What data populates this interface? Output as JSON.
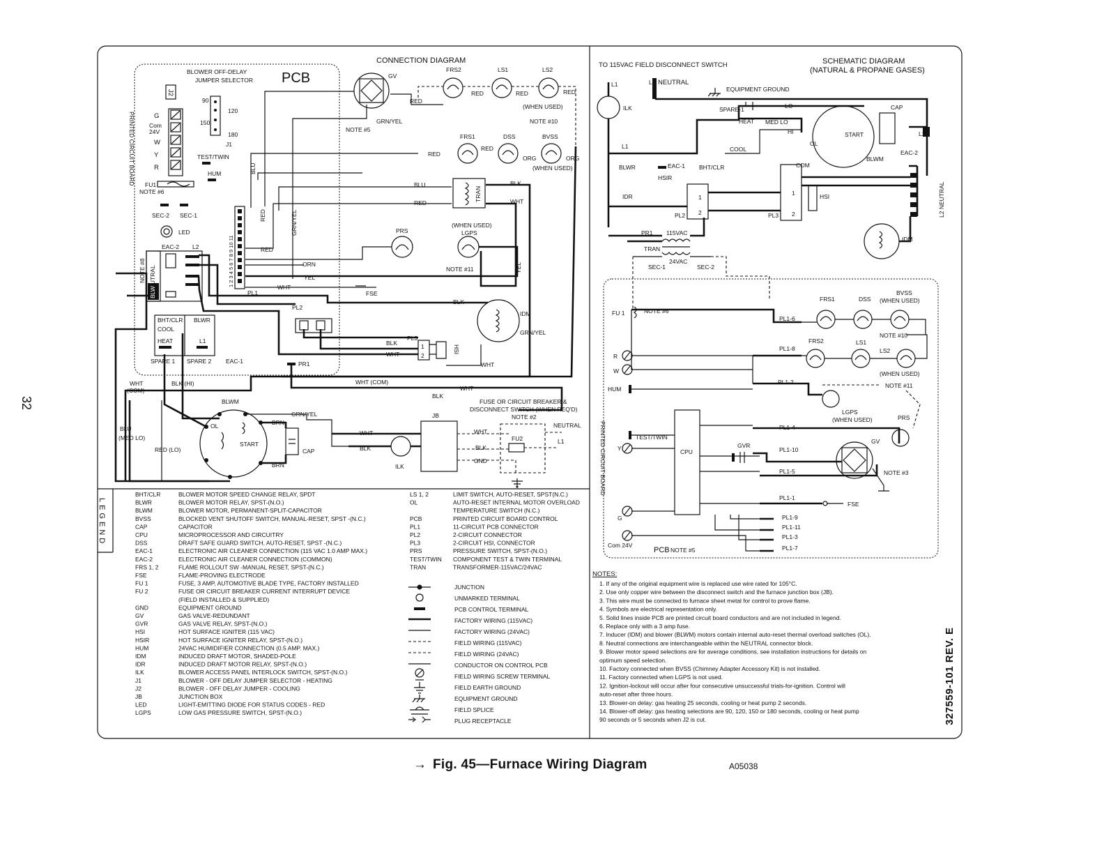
{
  "page": {
    "number": "32",
    "doc_number": "327559-101 REV. E"
  },
  "caption": {
    "figure": "Fig. 45—Furnace Wiring Diagram",
    "code": "A05038",
    "arrow": "→"
  },
  "connection": {
    "title": "CONNECTION DIAGRAM",
    "pcb": "PCB",
    "blower_jumper": "BLOWER OFF-DELAY",
    "blower_jumper2": "JUMPER SELECTOR",
    "j2": "J2",
    "j1": "J1",
    "delays": [
      "90",
      "120",
      "150",
      "180"
    ],
    "terminals": [
      "G",
      "Com",
      "24V",
      "W",
      "Y",
      "R"
    ],
    "test_twin": "TEST/TWIN",
    "hum": "HUM",
    "fu1": "FU1",
    "note6": "NOTE #6",
    "sec2": "SEC-2",
    "sec1": "SEC-1",
    "led": "LED",
    "eac2": "EAC-2",
    "l2": "L2",
    "neutral": "NEUTRAL",
    "blw": "BLW",
    "note8": "NOTE #8",
    "bhtclr": "BHT/CLR",
    "blwr": "BLWR",
    "cool": "COOL",
    "heat": "HEAT",
    "l1": "L1",
    "spare1": "SPARE 1",
    "spare2": "SPARE 2",
    "eac1": "EAC-1",
    "pcb_side": "PRINTED CIRCUIT BOARD",
    "pl1": "PL1",
    "pl1_pins": "1 2 3 4 5 6 7 8 9 10 11",
    "gv": "GV",
    "frs2": "FRS2",
    "ls1": "LS1",
    "ls2": "LS2",
    "red": "RED",
    "when_used": "(WHEN USED)",
    "note10": "NOTE #10",
    "grnyel": "GRN/YEL",
    "note5": "NOTE #5",
    "frs1": "FRS1",
    "dss": "DSS",
    "bvss": "BVSS",
    "org": "ORG",
    "blu": "BLU",
    "blk": "BLK",
    "wht": "WHT",
    "tran": "TRAN",
    "prs": "PRS",
    "lgps": "LGPS",
    "note11": "NOTE #11",
    "orn": "ORN",
    "yel": "YEL",
    "fse": "FSE",
    "pl2": "PL2",
    "pl3": "PL3",
    "hsi": "HSI",
    "idm": "IDM",
    "pr1": "PR1",
    "wht_com_a": "WHT",
    "wht_com_b": "(COM)",
    "blk_hi": "BLK (HI)",
    "wht_com_label": "WHT (COM)",
    "blwm": "BLWM",
    "brn": "BRN",
    "ol": "OL",
    "start": "START",
    "cap": "CAP",
    "blu_medlo": "BLU",
    "medlo": "(MED LO)",
    "red_lo": "RED (LO)",
    "fuse_cb": "FUSE OR CIRCUIT BREAKER &",
    "disconnect": "DISCONNECT SWITCH (WHEN REQ'D)",
    "note2": "NOTE #2",
    "jb": "JB",
    "neutral_r": "NEUTRAL",
    "fu2": "FU2",
    "gnd": "GND",
    "ilk": "ILK"
  },
  "schematic": {
    "to115": "TO 115VAC FIELD DISCONNECT SWITCH",
    "title1": "SCHEMATIC DIAGRAM",
    "title2": "(NATURAL & PROPANE GASES)",
    "l1": "L1",
    "l2": "L2",
    "neutral": "NEUTRAL",
    "eq_ground": "EQUIPMENT GROUND",
    "ilk": "ILK",
    "spare1": "SPARE-1",
    "lo": "LO",
    "heat": "HEAT",
    "medlo": "MED LO",
    "hi": "HI",
    "cap": "CAP",
    "start": "START",
    "ol": "OL",
    "cool": "COOL",
    "com": "COM",
    "blwm": "BLWM",
    "blwr": "BLWR",
    "eac1": "EAC-1",
    "bhtclr": "BHT/CLR",
    "eac2": "EAC-2",
    "l2neutral": "L2 NEUTRAL",
    "hsir": "HSIR",
    "idr": "IDR",
    "pl2": "PL2",
    "pl3": "PL3",
    "hsi": "HSI",
    "idm": "IDM",
    "pr1": "PR1",
    "vac115": "115VAC",
    "tran": "TRAN",
    "vac24": "24VAC",
    "sec1": "SEC-1",
    "sec2": "SEC-2",
    "fu1": "FU 1",
    "note6": "NOTE #6",
    "frs1": "FRS1",
    "dss": "DSS",
    "bvss": "BVSS",
    "when_used": "(WHEN USED)",
    "pl16": "PL1-6",
    "note10": "NOTE #10",
    "frs2": "FRS2",
    "ls1": "LS1",
    "ls2": "LS2",
    "pl18": "PL1-8",
    "r": "R",
    "w": "W",
    "pl12": "PL1-2",
    "hum": "HUM",
    "note11": "NOTE #11",
    "lgps": "LGPS",
    "lgps_used": "(WHEN USED)",
    "prs": "PRS",
    "pl14": "PL1-4",
    "test_twin": "TEST/TWIN",
    "cpu": "CPU",
    "gvr": "GVR",
    "pl110": "PL1-10",
    "gv": "GV",
    "y": "Y",
    "pl15": "PL1-5",
    "note3": "NOTE #3",
    "pcb_side": "PRINTED CIRCUIT BOARD",
    "pl11": "PL1-1",
    "fse": "FSE",
    "g": "G",
    "pl19": "PL1-9",
    "pl111": "PL1-11",
    "pl13": "PL1-3",
    "pl17": "PL1-7",
    "com24": "Com 24V",
    "pcb_note5": "PCB",
    "note5": "NOTE #5"
  },
  "legend": {
    "title": "LEGEND",
    "left": [
      [
        "BHT/CLR",
        "BLOWER MOTOR SPEED CHANGE RELAY, SPDT"
      ],
      [
        "BLWR",
        "BLOWER MOTOR RELAY, SPST-(N.O.)"
      ],
      [
        "BLWM",
        "BLOWER MOTOR, PERMANENT-SPLIT-CAPACITOR"
      ],
      [
        "BVSS",
        "BLOCKED VENT SHUTOFF SWITCH, MANUAL-RESET, SPST -(N.C.)"
      ],
      [
        "CAP",
        "CAPACITOR"
      ],
      [
        "CPU",
        "MICROPROCESSOR AND CIRCUITRY"
      ],
      [
        "DSS",
        "DRAFT SAFE GUARD SWITCH, AUTO-RESET, SPST -(N.C.)"
      ],
      [
        "EAC-1",
        "ELECTRONIC AIR CLEANER CONNECTION (115 VAC 1.0 AMP MAX.)"
      ],
      [
        "EAC-2",
        "ELECTRONIC AIR CLEANER CONNECTION (COMMON)"
      ],
      [
        "FRS 1, 2",
        "FLAME ROLLOUT SW -MANUAL RESET, SPST-(N.C.)"
      ],
      [
        "FSE",
        "FLAME-PROVING ELECTRODE"
      ],
      [
        "FU 1",
        "FUSE, 3 AMP, AUTOMOTIVE BLADE TYPE, FACTORY INSTALLED"
      ],
      [
        "FU 2",
        "FUSE OR CIRCUIT BREAKER CURRENT INTERRUPT DEVICE"
      ],
      [
        "",
        "(FIELD INSTALLED & SUPPLIED)"
      ],
      [
        "GND",
        "EQUIPMENT GROUND"
      ],
      [
        "GV",
        "GAS VALVE-REDUNDANT"
      ],
      [
        "GVR",
        "GAS VALVE RELAY, SPST-(N.O.)"
      ],
      [
        "HSI",
        "HOT SURFACE IGNITER (115 VAC)"
      ],
      [
        "HSIR",
        "HOT SURFACE IGNITER RELAY, SPST-(N.O.)"
      ],
      [
        "HUM",
        "24VAC HUMIDIFIER CONNECTION (0.5 AMP. MAX.)"
      ],
      [
        "IDM",
        "INDUCED DRAFT MOTOR, SHADED-POLE"
      ],
      [
        "IDR",
        "INDUCED DRAFT MOTOR RELAY, SPST-(N.O.)"
      ],
      [
        "ILK",
        "BLOWER ACCESS PANEL INTERLOCK SWITCH, SPST-(N.O.)"
      ],
      [
        "J1",
        "BLOWER - OFF DELAY JUMPER SELECTOR - HEATING"
      ],
      [
        "J2",
        "BLOWER - OFF DELAY JUMPER - COOLING"
      ],
      [
        "JB",
        "JUNCTION BOX"
      ],
      [
        "LED",
        "LIGHT-EMITTING DIODE FOR STATUS CODES - RED"
      ],
      [
        "LGPS",
        "LOW GAS PRESSURE SWITCH, SPST-(N.O.)"
      ]
    ],
    "right": [
      [
        "LS 1, 2",
        "LIMIT SWITCH, AUTO-RESET, SPST(N.C.)"
      ],
      [
        "OL",
        "AUTO-RESET INTERNAL MOTOR OVERLOAD"
      ],
      [
        "",
        "TEMPERATURE SWITCH (N.C.)"
      ],
      [
        "PCB",
        "PRINTED CIRCUIT BOARD CONTROL"
      ],
      [
        "PL1",
        "11-CIRCUIT PCB CONNECTOR"
      ],
      [
        "PL2",
        "2-CIRCUIT CONNECTOR"
      ],
      [
        "PL3",
        "2-CIRCUIT HSI, CONNECTOR"
      ],
      [
        "PRS",
        "PRESSURE SWITCH, SPST-(N.O.)"
      ],
      [
        "TEST/TWIN",
        "COMPONENT TEST & TWIN TERMINAL"
      ],
      [
        "TRAN",
        "TRANSFORMER-115VAC/24VAC"
      ]
    ],
    "symbols": [
      "JUNCTION",
      "UNMARKED TERMINAL",
      "PCB CONTROL TERMINAL",
      "FACTORY WIRING (115VAC)",
      "FACTORY WIRING (24VAC)",
      "FIELD WIRING (115VAC)",
      "FIELD WIRING (24VAC)",
      "CONDUCTOR ON CONTROL PCB",
      "FIELD WIRING SCREW TERMINAL",
      "FIELD EARTH GROUND",
      "EQUIPMENT GROUND",
      "FIELD SPLICE",
      "PLUG RECEPTACLE"
    ]
  },
  "notes": {
    "title": "NOTES:",
    "items": [
      "1.  If any of the original equipment wire is replaced use wire rated for 105°C.",
      "2.  Use only copper wire between the disconnect switch and the furnace junction box (JB).",
      "3.  This wire must be connected to furnace sheet metal for control to prove flame.",
      "4.  Symbols are electrical representation only.",
      "5.  Solid lines inside PCB are printed circuit board conductors and are not included in legend.",
      "6.  Replace only with a 3 amp fuse.",
      "7.  Inducer (IDM) and blower (BLWM) motors contain internal auto-reset thermal overload switches (OL).",
      "8.  Neutral connections are interchangeable within the NEUTRAL connector block.",
      "9.  Blower motor speed selections are for average conditions, see installation instructions for details on",
      "     optimum speed selection.",
      "10. Factory connected when BVSS (Chimney Adapter Accessory Kit) is not installed.",
      "11. Factory connected when LGPS is not used.",
      "12. Ignition-lockout will occur after four consecutive unsuccessful trials-for-ignition. Control will",
      "     auto-reset    after three hours.",
      "13. Blower-on delay:  gas heating 25 seconds, cooling or heat pump 2 seconds.",
      "14. Blower-off delay:  gas heating selections are 90, 120, 150 or 180 seconds, cooling or heat pump",
      "     90 seconds or 5 seconds when J2 is cut."
    ]
  }
}
